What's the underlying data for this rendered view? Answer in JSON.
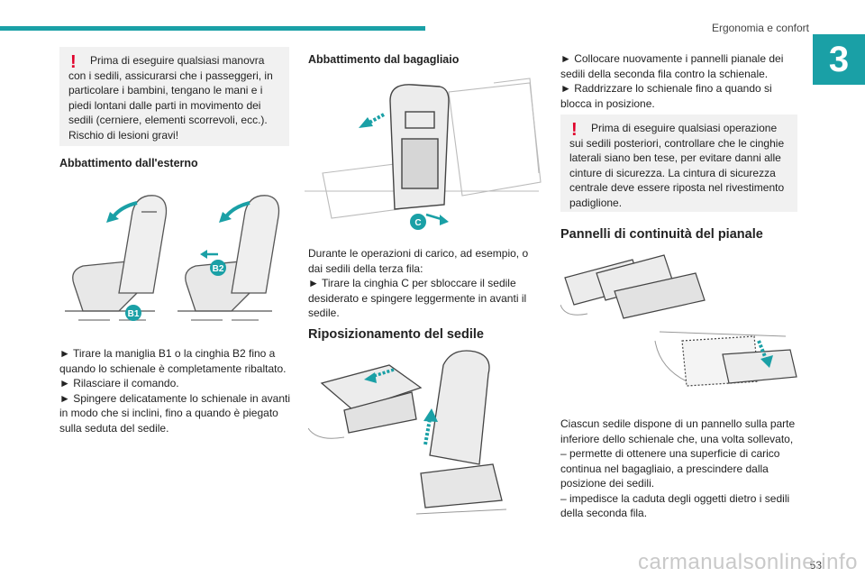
{
  "header": {
    "section_title": "Ergonomia e confort",
    "chapter_number": "3"
  },
  "left": {
    "warning_text": "Prima di eseguire qualsiasi manovra con i sedili, assicurarsi che i passeggeri, in particolare i bambini, tengano le mani e i piedi lontani dalle parti in movimento dei sedili (cerniere, elementi scorrevoli, ecc.). Rischio di lesioni gravi!",
    "heading": "Abbattimento dall'esterno",
    "callouts": [
      "B1",
      "B2"
    ],
    "steps": [
      "► Tirare la maniglia B1 o la cinghia B2 fino a quando lo schienale è completamente ribaltato.",
      "► Rilasciare il comando.",
      "► Spingere delicatamente lo schienale in avanti in modo che si inclini, fino a quando è piegato sulla seduta del sedile."
    ]
  },
  "middle": {
    "heading": "Abbattimento dal bagagliaio",
    "callout": "C",
    "para1": "Durante le operazioni di carico, ad esempio, o dai sedili della terza fila:",
    "step1": "► Tirare la cinghia C per sbloccare il sedile desiderato e spingere leggermente in avanti il sedile.",
    "heading2": "Riposizionamento del sedile"
  },
  "right": {
    "step1": "► Collocare nuovamente i pannelli pianale dei sedili della seconda fila contro la schienale.",
    "step2": "► Raddrizzare lo schienale fino a quando si blocca in posizione.",
    "warning_text": "Prima di eseguire qualsiasi operazione sui sedili posteriori, controllare che le cinghie laterali siano ben tese, per evitare danni alle cinture di sicurezza. La cintura di sicurezza centrale deve essere riposta nel rivestimento padiglione.",
    "heading": "Pannelli di continuità del pianale",
    "para": "Ciascun sedile dispone di un pannello sulla parte inferiore dello schienale che, una volta sollevato,",
    "bullet1": "–  permette di ottenere una superficie di carico continua nel bagagliaio, a prescindere dalla posizione dei sedili.",
    "bullet2": "–  impedisce la caduta degli oggetti dietro i sedili della seconda fila."
  },
  "footer": {
    "page_number": "53",
    "watermark": "carmanualsonline.info"
  },
  "colors": {
    "accent": "#1aa0a6",
    "warning": "#e0002a",
    "box_bg": "#f1f1f1"
  }
}
